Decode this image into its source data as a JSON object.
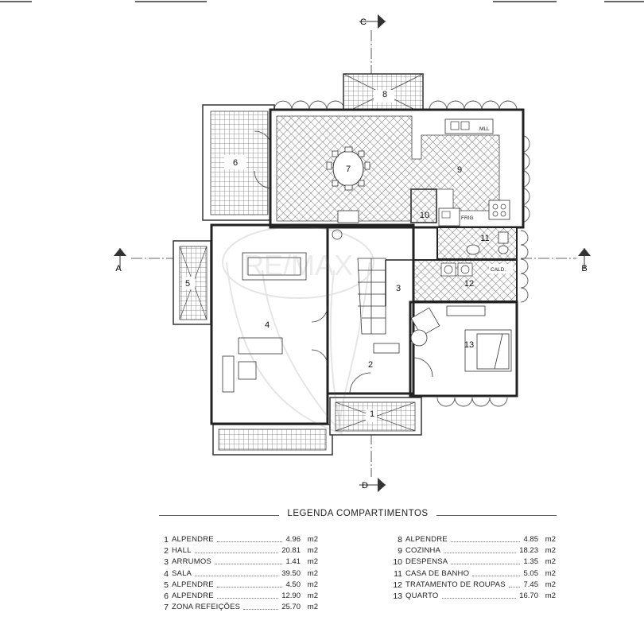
{
  "section_marks": {
    "a": "A",
    "b": "B",
    "c": "C",
    "d": "D"
  },
  "plan_labels": {
    "r1": "1",
    "r2": "2",
    "r3": "3",
    "r4": "4",
    "r5": "5",
    "r6": "6",
    "r7": "7",
    "r8": "8",
    "r9": "9",
    "r10": "10",
    "r11": "11",
    "r12": "12",
    "r13": "13",
    "mll": "MLL",
    "fric": "FRIG",
    "cald": "CALD."
  },
  "watermark": "RE/MAX",
  "legend": {
    "title": "LEGENDA COMPARTIMENTOS",
    "left": [
      {
        "num": "1",
        "name": "ALPENDRE",
        "area": "4.96",
        "unit": "m2"
      },
      {
        "num": "2",
        "name": "HALL",
        "area": "20.81",
        "unit": "m2"
      },
      {
        "num": "3",
        "name": "ARRUMOS",
        "area": "1.41",
        "unit": "m2"
      },
      {
        "num": "4",
        "name": "SALA",
        "area": "39.50",
        "unit": "m2"
      },
      {
        "num": "5",
        "name": "ALPENDRE",
        "area": "4.50",
        "unit": "m2"
      },
      {
        "num": "6",
        "name": "ALPENDRE",
        "area": "12.90",
        "unit": "m2"
      },
      {
        "num": "7",
        "name": "ZONA REFEIÇÕES",
        "area": "25.70",
        "unit": "m2"
      }
    ],
    "right": [
      {
        "num": "8",
        "name": "ALPENDRE",
        "area": "4.85",
        "unit": "m2"
      },
      {
        "num": "9",
        "name": "COZINHA",
        "area": "18.23",
        "unit": "m2"
      },
      {
        "num": "10",
        "name": "DESPENSA",
        "area": "1.35",
        "unit": "m2"
      },
      {
        "num": "11",
        "name": "CASA DE BANHO",
        "area": "5.05",
        "unit": "m2"
      },
      {
        "num": "12",
        "name": "TRATAMENTO DE ROUPAS",
        "area": "7.45",
        "unit": "m2"
      },
      {
        "num": "13",
        "name": "QUARTO",
        "area": "16.70",
        "unit": "m2"
      }
    ]
  }
}
